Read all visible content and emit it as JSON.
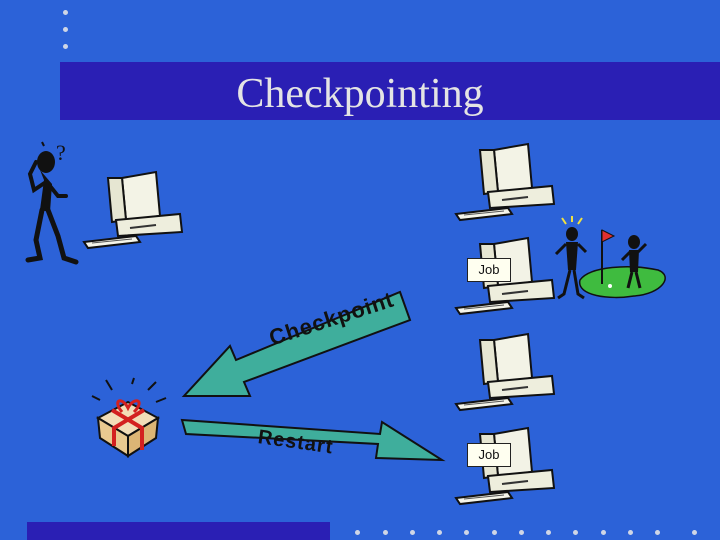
{
  "slide": {
    "title": "Checkpointing",
    "colors": {
      "background": "#2c62d8",
      "title_band": "#2a1fb4",
      "arrow": "#3fae9c",
      "label_box": "#fffff0"
    }
  },
  "diagram": {
    "job_label_top": "Job",
    "job_label_bottom": "Job",
    "checkpoint_label": "Checkpoint",
    "restart_label": "Restart",
    "question_mark": "?",
    "icons": [
      "confused-person-icon",
      "computer-icon",
      "gift-box-icon",
      "golfer-icon",
      "golf-green-icon"
    ]
  }
}
